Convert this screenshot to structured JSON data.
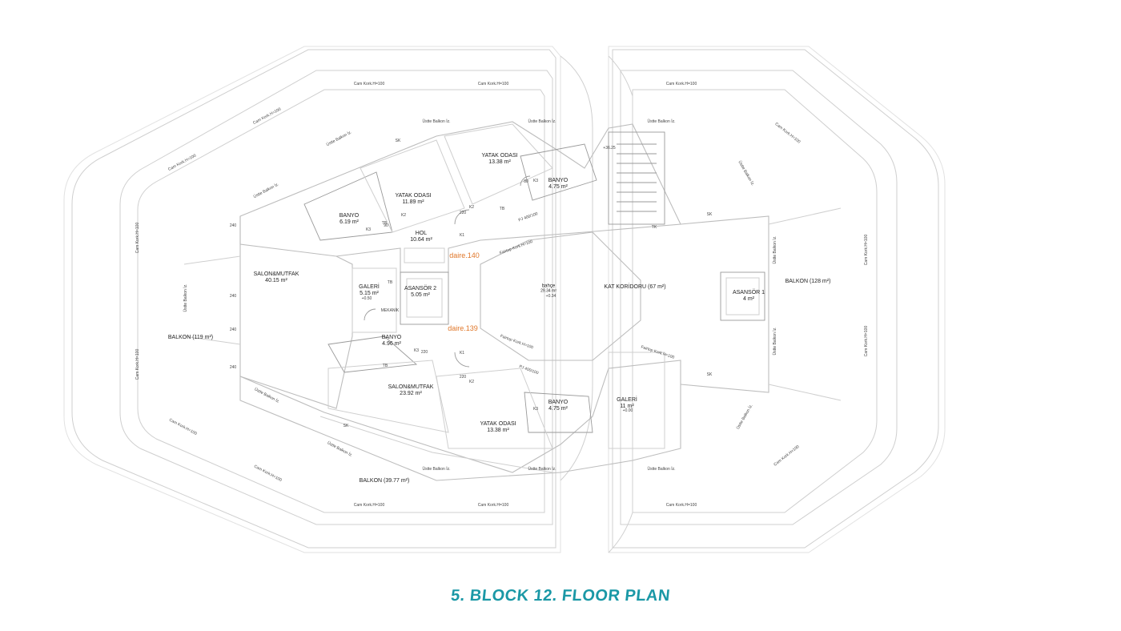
{
  "title": "5. BLOCK 12. FLOOR PLAN",
  "colors": {
    "title": "#1a98a6",
    "unit_tag": "#e0772a",
    "lines": "#cfcfcf"
  },
  "units": [
    "daire.140",
    "daire.139"
  ],
  "rooms": {
    "yatak1": {
      "name": "YATAK ODASI",
      "area": "13.38 m²"
    },
    "yatak2": {
      "name": "YATAK ODASI",
      "area": "11.89 m²"
    },
    "banyo1": {
      "name": "BANYO",
      "area": "4.75 m²"
    },
    "banyo2": {
      "name": "BANYO",
      "area": "6.19 m²"
    },
    "hol": {
      "name": "HOL",
      "area": "10.64 m²"
    },
    "salon1": {
      "name": "SALON&MUTFAK",
      "area": "40.15 m²"
    },
    "galeri1": {
      "name": "GALERİ",
      "area": "5.15 m²"
    },
    "asansor2": {
      "name": "ASANSÖR 2",
      "area": "5.05 m²"
    },
    "bahce": {
      "name": "bahçe",
      "area": "29.34 m²"
    },
    "koridor": {
      "name": "KAT KORİDORU (67 m²)"
    },
    "asansor1": {
      "name": "ASANSÖR 1",
      "area": "4 m²"
    },
    "balkon128": {
      "name": "BALKON (128 m²)"
    },
    "balkon119": {
      "name": "BALKON (119 m²)"
    },
    "banyo3": {
      "name": "BANYO",
      "area": "4.96 m²"
    },
    "salon2": {
      "name": "SALON&MUTFAK",
      "area": "23.92 m²"
    },
    "banyo4": {
      "name": "BANYO",
      "area": "4.75 m²"
    },
    "galeri2": {
      "name": "GALERİ",
      "area": "11 m²"
    },
    "yatak3": {
      "name": "YATAK ODASI",
      "area": "13.38 m²"
    },
    "balkon39": {
      "name": "BALKON (39.77 m²)"
    }
  },
  "notes": {
    "cam": "Cam Kork.H=100",
    "ustte": "Üstte Balkon İz.",
    "elev_a": "+0.50",
    "elev_b": "+0.00",
    "elev_c": "+0.34",
    "elev_d": "+36.25",
    "fairtop": "Fairtop Kork.H=100",
    "mekanik": "MEKANİK",
    "sk": "SK",
    "k1": "K1",
    "k2": "K2",
    "k3": "K3",
    "pj": "PJ 400/100",
    "tk": "TK",
    "tb": "TB",
    "d240": "240",
    "d220": "220",
    "d80": "80",
    "d90": "90"
  }
}
